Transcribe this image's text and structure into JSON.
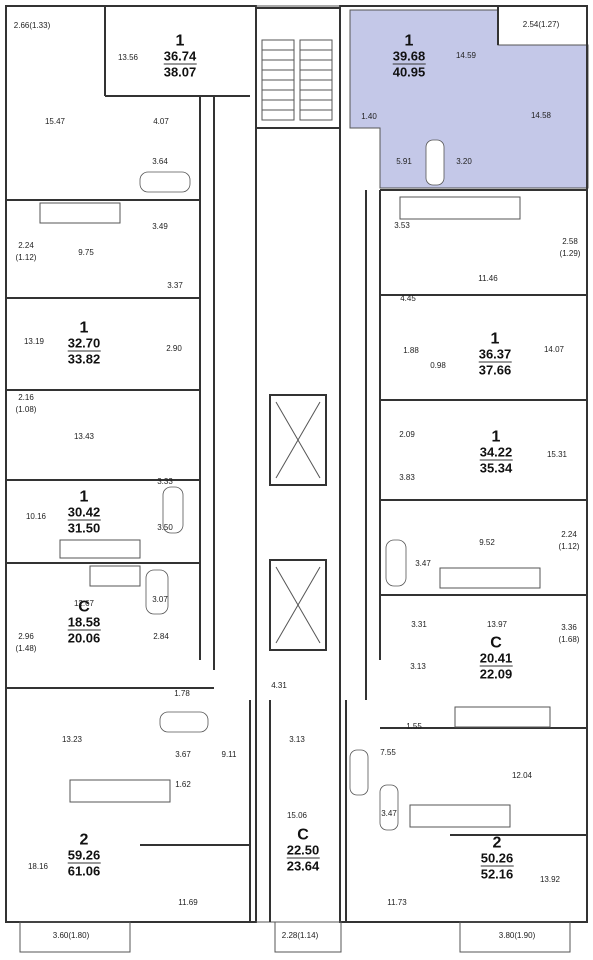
{
  "apartments": [
    {
      "id": "a1",
      "type": "1",
      "area_living": "36.74",
      "area_total": "38.07"
    },
    {
      "id": "a2",
      "type": "1",
      "area_living": "39.68",
      "area_total": "40.95",
      "highlighted": true
    },
    {
      "id": "a3",
      "type": "1",
      "area_living": "32.70",
      "area_total": "33.82"
    },
    {
      "id": "a4",
      "type": "1",
      "area_living": "36.37",
      "area_total": "37.66"
    },
    {
      "id": "a5",
      "type": "1",
      "area_living": "34.22",
      "area_total": "35.34"
    },
    {
      "id": "a6",
      "type": "1",
      "area_living": "30.42",
      "area_total": "31.50"
    },
    {
      "id": "a7",
      "type": "С",
      "area_living": "18.58",
      "area_total": "20.06"
    },
    {
      "id": "a8",
      "type": "С",
      "area_living": "20.41",
      "area_total": "22.09"
    },
    {
      "id": "a9",
      "type": "С",
      "area_living": "22.50",
      "area_total": "23.64"
    },
    {
      "id": "a10",
      "type": "2",
      "area_living": "59.26",
      "area_total": "61.06"
    },
    {
      "id": "a11",
      "type": "2",
      "area_living": "50.26",
      "area_total": "52.16"
    }
  ],
  "rooms": [
    "2.66(1.33)",
    "13.56",
    "15.47",
    "4.07",
    "3.64",
    "2.54(1.27)",
    "14.59",
    "1.40",
    "14.58",
    "5.91",
    "3.20",
    "3.49",
    "9.75",
    "2.24",
    "(1.12)",
    "3.37",
    "3.53",
    "2.58",
    "(1.29)",
    "11.46",
    "4.45",
    "13.19",
    "2.90",
    "1.88",
    "0.98",
    "14.07",
    "2.16",
    "(1.08)",
    "13.43",
    "2.09",
    "15.31",
    "3.83",
    "3.33",
    "10.16",
    "3.50",
    "9.52",
    "2.24",
    "(1.12)",
    "3.47",
    "12.67",
    "3.07",
    "2.96",
    "(1.48)",
    "2.84",
    "3.31",
    "13.97",
    "3.36",
    "(1.68)",
    "3.13",
    "1.55",
    "1.78",
    "4.31",
    "13.23",
    "3.67",
    "9.11",
    "1.62",
    "3.13",
    "7.55",
    "12.04",
    "15.06",
    "3.47",
    "18.16",
    "13.92",
    "11.69",
    "11.73",
    "3.60(1.80)",
    "2.28(1.14)",
    "3.80(1.90)"
  ],
  "colors": {
    "highlight": "#c4c8e8",
    "wall": "#333333"
  }
}
